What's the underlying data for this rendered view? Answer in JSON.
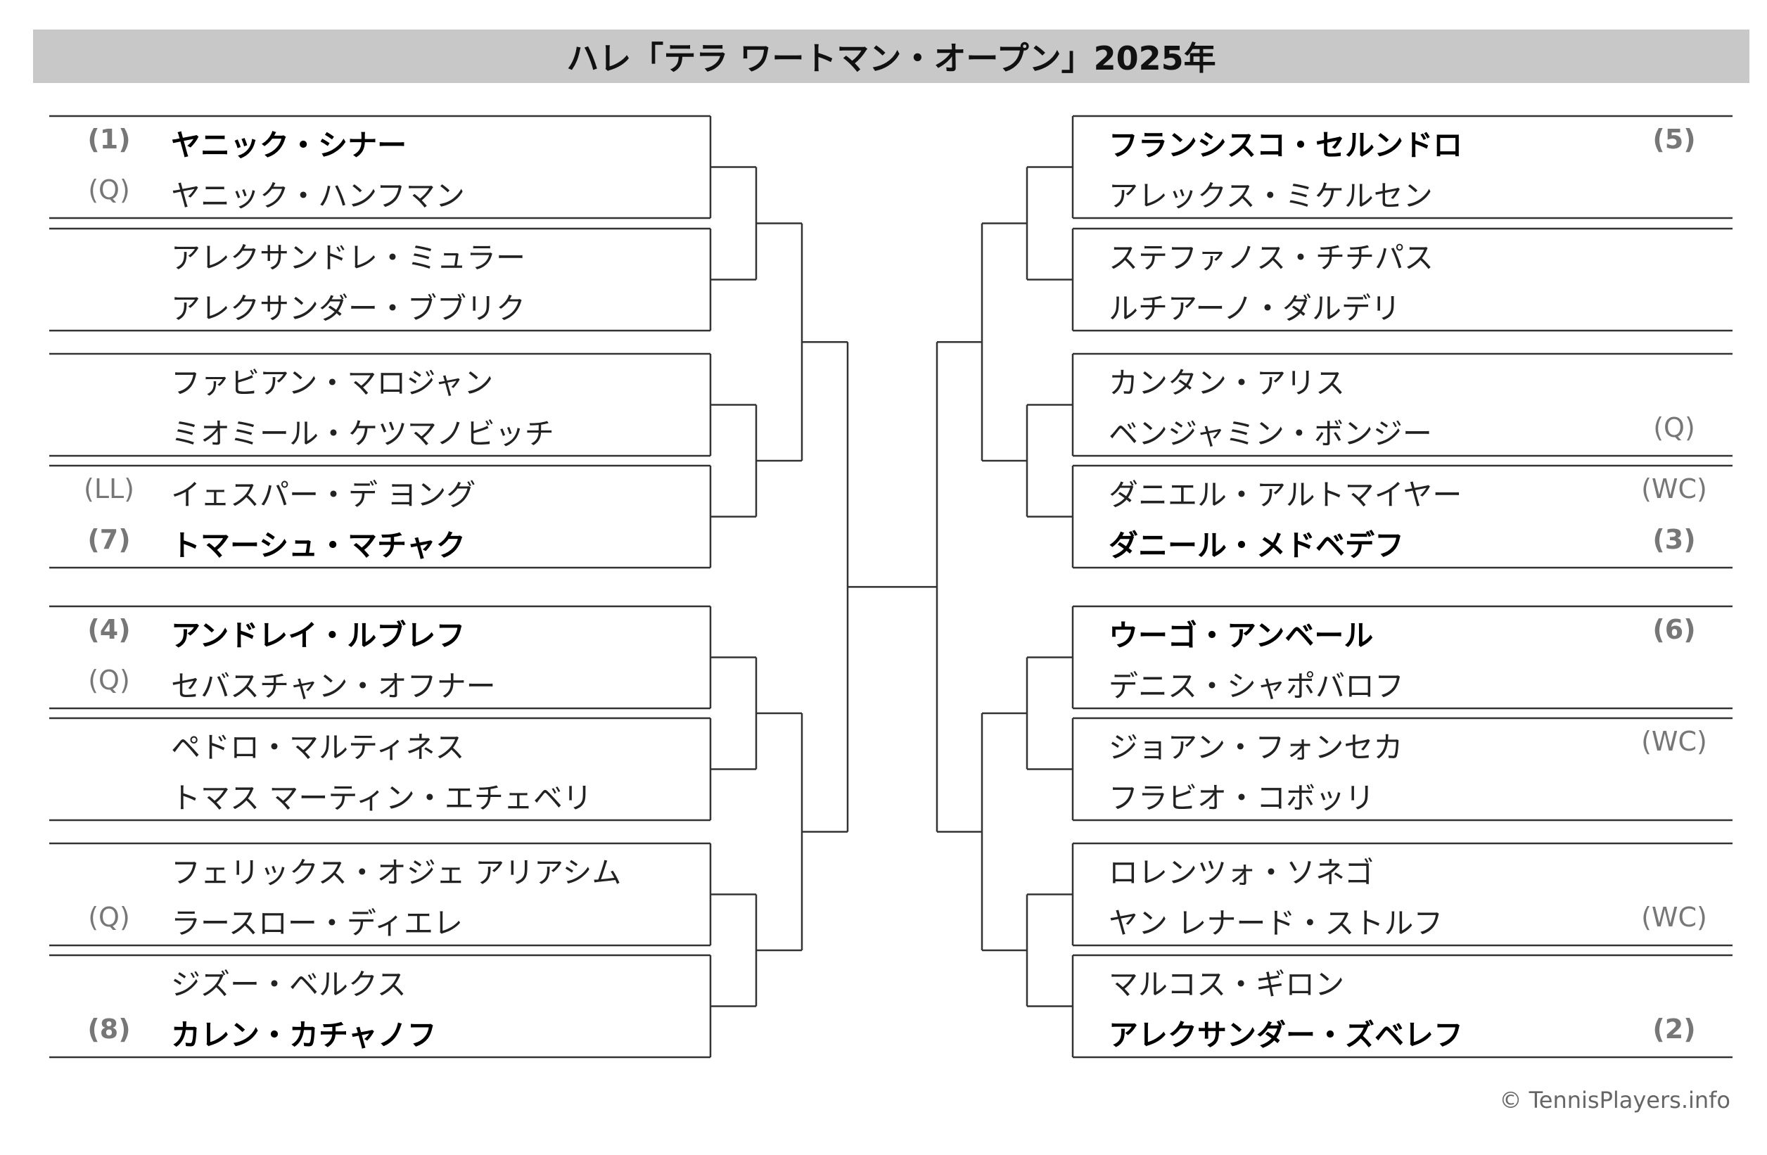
{
  "title": "ハレ「テラ ワートマン・オープン」2025年",
  "copyright": "© TennisPlayers.info",
  "left": [
    {
      "seed": "(1)",
      "name": "ヤニック・シナー",
      "bold": true
    },
    {
      "seed": "(Q)",
      "name": "ヤニック・ハンフマン",
      "bold": false
    },
    {
      "seed": "",
      "name": "アレクサンドレ・ミュラー",
      "bold": false
    },
    {
      "seed": "",
      "name": "アレクサンダー・ブブリク",
      "bold": false
    },
    {
      "seed": "",
      "name": "ファビアン・マロジャン",
      "bold": false
    },
    {
      "seed": "",
      "name": "ミオミール・ケツマノビッチ",
      "bold": false
    },
    {
      "seed": "(LL)",
      "name": "イェスパー・デ ヨング",
      "bold": false
    },
    {
      "seed": "(7)",
      "name": "トマーシュ・マチャク",
      "bold": true
    },
    {
      "seed": "(4)",
      "name": "アンドレイ・ルブレフ",
      "bold": true
    },
    {
      "seed": "(Q)",
      "name": "セバスチャン・オフナー",
      "bold": false
    },
    {
      "seed": "",
      "name": "ペドロ・マルティネス",
      "bold": false
    },
    {
      "seed": "",
      "name": "トマス マーティン・エチェベリ",
      "bold": false
    },
    {
      "seed": "",
      "name": "フェリックス・オジェ アリアシム",
      "bold": false
    },
    {
      "seed": "(Q)",
      "name": "ラースロー・ディエレ",
      "bold": false
    },
    {
      "seed": "",
      "name": "ジズー・ベルクス",
      "bold": false
    },
    {
      "seed": "(8)",
      "name": "カレン・カチャノフ",
      "bold": true
    }
  ],
  "right": [
    {
      "seed": "(5)",
      "name": "フランシスコ・セルンドロ",
      "bold": true
    },
    {
      "seed": "",
      "name": "アレックス・ミケルセン",
      "bold": false
    },
    {
      "seed": "",
      "name": "ステファノス・チチパス",
      "bold": false
    },
    {
      "seed": "",
      "name": "ルチアーノ・ダルデリ",
      "bold": false
    },
    {
      "seed": "",
      "name": "カンタン・アリス",
      "bold": false
    },
    {
      "seed": "(Q)",
      "name": "ベンジャミン・ボンジー",
      "bold": false
    },
    {
      "seed": "(WC)",
      "name": "ダニエル・アルトマイヤー",
      "bold": false
    },
    {
      "seed": "(3)",
      "name": "ダニール・メドベデフ",
      "bold": true
    },
    {
      "seed": "(6)",
      "name": "ウーゴ・アンベール",
      "bold": true
    },
    {
      "seed": "",
      "name": "デニス・シャポバロフ",
      "bold": false
    },
    {
      "seed": "(WC)",
      "name": "ジョアン・フォンセカ",
      "bold": false
    },
    {
      "seed": "",
      "name": "フラビオ・コボッリ",
      "bold": false
    },
    {
      "seed": "",
      "name": "ロレンツォ・ソネゴ",
      "bold": false
    },
    {
      "seed": "(WC)",
      "name": "ヤン レナード・ストルフ",
      "bold": false
    },
    {
      "seed": "",
      "name": "マルコス・ギロン",
      "bold": false
    },
    {
      "seed": "(2)",
      "name": "アレクサンダー・ズベレフ",
      "bold": true
    }
  ]
}
